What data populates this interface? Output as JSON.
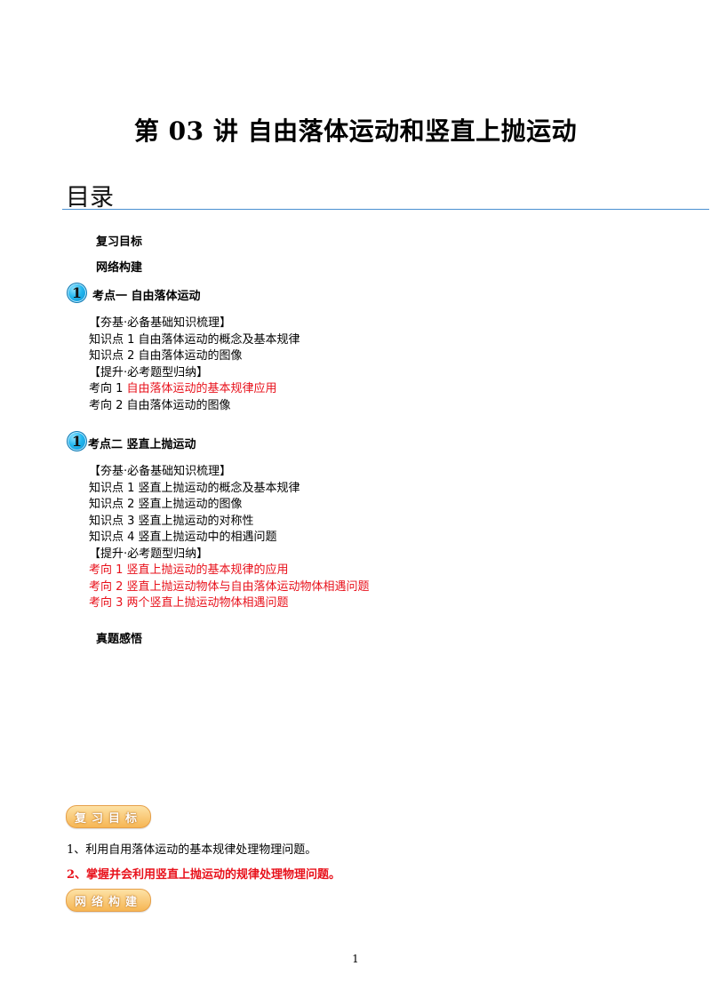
{
  "title": "第 03 讲  自由落体运动和竖直上抛运动",
  "toc": {
    "heading": "目录",
    "review_goals": "复习目标",
    "network": "网络构建",
    "section1": {
      "badge": "1",
      "title": "考点一    自由落体运动",
      "items": [
        "【夯基·必备基础知识梳理】",
        "知识点 1  自由落体运动的概念及基本规律",
        "知识点 2  自由落体运动的图像",
        "【提升·必考题型归纳】",
        "考向 1  ",
        "自由落体运动的基本规律应用",
        "考向 2  自由落体运动的图像"
      ]
    },
    "section2": {
      "badge": "1",
      "title": "考点二    竖直上抛运动",
      "items": [
        "【夯基·必备基础知识梳理】",
        "知识点 1  竖直上抛运动的概念及基本规律",
        "知识点 2  竖直上抛运动的图像",
        "知识点 3  竖直上抛运动的对称性",
        "知识点 4  竖直上抛运动中的相遇问题",
        "【提升·必考题型归纳】",
        "考向 1  竖直上抛运动的基本规律的应用",
        "考向 2  竖直上抛运动物体与自由落体运动物体相遇问题",
        "考向 3  两个竖直上抛运动物体相遇问题"
      ]
    },
    "real_exam": "真题感悟"
  },
  "goals": {
    "tag": "复习目标",
    "items": [
      "1、利用自用落体运动的基本规律处理物理问题。",
      "2、掌握并会利用竖直上抛运动的规律处理物理问题。"
    ]
  },
  "network_tag": "网络构建",
  "page_number": "1",
  "colors": {
    "red": "#e8111b",
    "rule": "#4a8fd1",
    "badge": "#22b6ee",
    "tag": "#f6b654"
  }
}
